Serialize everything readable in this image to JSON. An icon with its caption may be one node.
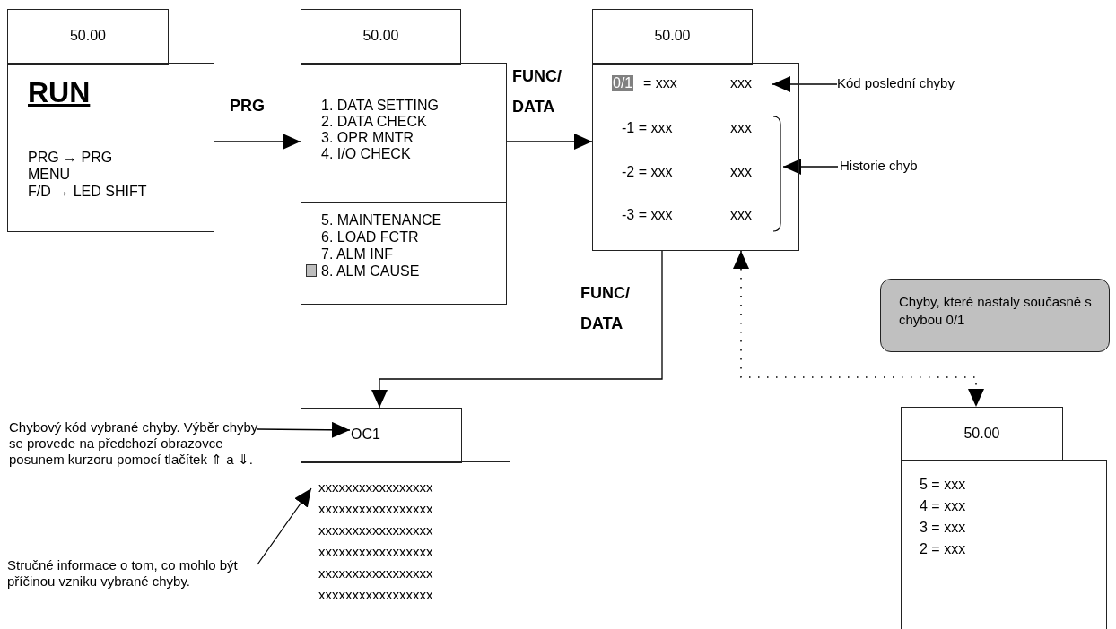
{
  "diagram": {
    "nodes": [
      {
        "text": [
          "50.00"
        ]
      },
      {
        "text": [
          "RUN",
          "PRG → PRG",
          "MENU",
          "F/D → LED  SHIFT"
        ]
      },
      {
        "text": [
          "50.00"
        ]
      },
      {
        "text": [
          "1. DATA SETTING",
          "2. DATA CHECK",
          "3. OPR MNTR",
          "4. I/O CHECK",
          "5. MAINTENANCE",
          "6. LOAD FCTR",
          "7. ALM INF",
          "8. ALM CAUSE"
        ]
      },
      {
        "text": [
          "50.00"
        ]
      },
      {
        "text": [
          "0/1",
          "= xxx",
          "xxx",
          "-1 = xxx",
          "xxx",
          "-2 = xxx",
          "xxx",
          "-3 = xxx",
          "xxx"
        ]
      },
      {
        "text": [
          "Kód poslední chyby"
        ]
      },
      {
        "text": [
          "Historie chyb"
        ]
      },
      {
        "text": [
          "Chyby, které nastaly současně s chybou 0/1"
        ]
      },
      {
        "text": [
          "OC1"
        ]
      },
      {
        "text": [
          "xxxxxxxxxxxxxxxxx",
          "xxxxxxxxxxxxxxxxx",
          "xxxxxxxxxxxxxxxxx",
          "xxxxxxxxxxxxxxxxx",
          "xxxxxxxxxxxxxxxxx",
          "xxxxxxxxxxxxxxxxx"
        ]
      },
      {
        "text": [
          "Chybový kód vybrané chyby. Výběr chyby se provede na předchozí obrazovce posunem kurzoru pomocí tlačítek ⇑ a ⇓."
        ]
      },
      {
        "text": [
          "Stručné informace o tom, co mohlo být příčinou vzniku vybrané chyby."
        ]
      },
      {
        "text": [
          "50.00"
        ]
      },
      {
        "text": [
          "5 = xxx",
          "4 = xxx",
          "3 = xxx",
          "2 = xxx"
        ]
      }
    ],
    "edges": [
      {
        "from": 1,
        "to": 3,
        "arrow": "to",
        "label": "PRG"
      },
      {
        "from": 3,
        "to": 5,
        "arrow": "to",
        "label": "FUNC/ DATA"
      },
      {
        "from": 5,
        "to": 9,
        "arrow": "to",
        "label": "FUNC/ DATA"
      },
      {
        "from": 5,
        "to": 13,
        "arrow": "both",
        "style": "dashed"
      },
      {
        "from": 6,
        "to": 5,
        "arrow": "to"
      },
      {
        "from": 7,
        "to": 5,
        "arrow": "to"
      },
      {
        "from": 11,
        "to": 9,
        "arrow": "to"
      },
      {
        "from": 12,
        "to": 10,
        "arrow": "to"
      }
    ]
  }
}
